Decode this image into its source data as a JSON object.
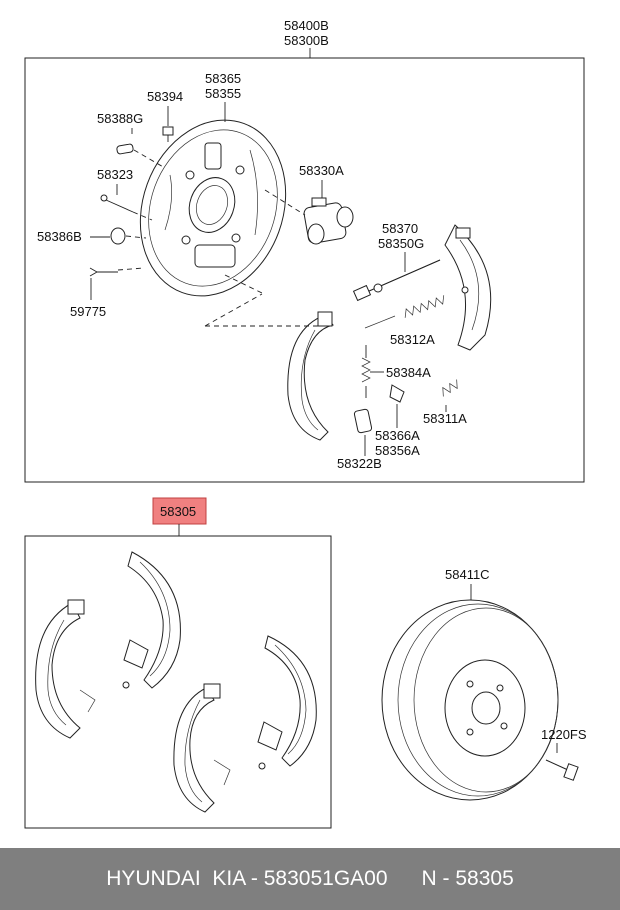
{
  "top_diagram": {
    "assembly_label_1": "58400B",
    "assembly_label_2": "58300B",
    "labels": {
      "p58365": "58365",
      "p58355": "58355",
      "p58394": "58394",
      "p58388G": "58388G",
      "p58323": "58323",
      "p58330A": "58330A",
      "p58386B": "58386B",
      "p59775": "59775",
      "p58370": "58370",
      "p58350G": "58350G",
      "p58312A": "58312A",
      "p58384A": "58384A",
      "p58311A": "58311A",
      "p58366A": "58366A",
      "p58356A": "58356A",
      "p58322B": "58322B"
    }
  },
  "bottom_diagram": {
    "highlight_label": "58305",
    "highlight_color": "#f08080",
    "labels": {
      "p58411C": "58411C",
      "p1220FS": "1220FS"
    }
  },
  "footer": {
    "brand": "HYUNDAI  KIA - 583051GA00",
    "ref": "N - 58305",
    "background": "#7f7f7f"
  }
}
